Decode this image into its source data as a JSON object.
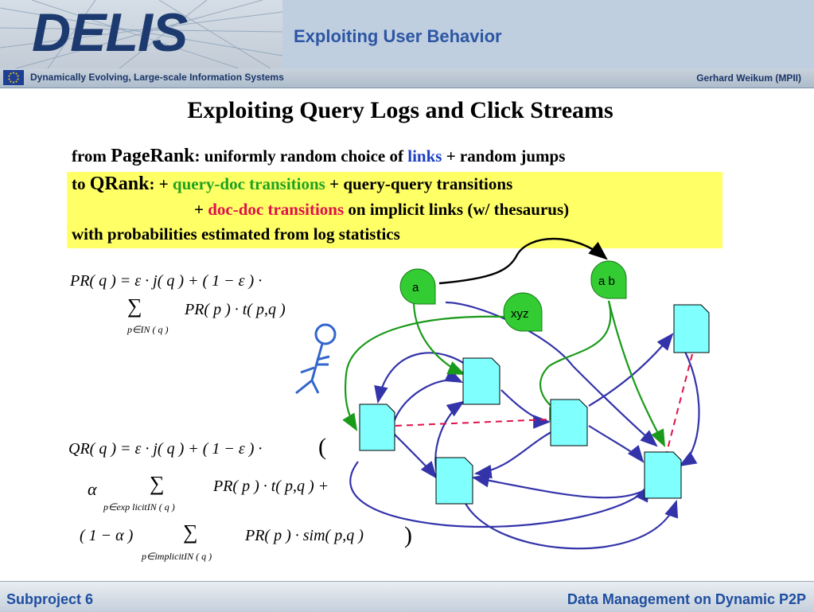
{
  "header": {
    "logo": "DELIS",
    "title": "Exploiting User Behavior",
    "subtitle": "Dynamically Evolving, Large-scale Information Systems",
    "author": "Gerhard Weikum (MPII)"
  },
  "slide": {
    "title": "Exploiting Query Logs and Click Streams",
    "line1": {
      "from": "from",
      "pagerank": "PageRank",
      "mid": ": uniformly random choice of",
      "links": "links",
      "end": "+ random jumps"
    },
    "line2": {
      "to": "to",
      "qrank": "QRank",
      "plus": ": +",
      "qd": "query-doc transitions",
      "end": "+ query-query transitions"
    },
    "line3": {
      "plus": "+",
      "dd": "doc-doc transitions",
      "end": "on implicit links (w/ thesaurus)"
    },
    "line4": "with probabilities estimated from log statistics"
  },
  "formulas": {
    "pr_line1": "PR( q ) = ε · j( q ) + ( 1 − ε ) ·",
    "pr_sigma": "∑",
    "pr_term": "PR( p ) · t( p,q )",
    "pr_sub": "p∈IN ( q )",
    "qr_line1": "QR( q ) = ε · j( q ) + ( 1 − ε ) ·",
    "qr_open": "(",
    "alpha": "α",
    "sigma2": "∑",
    "qr_term1": "PR( p ) · t( p,q )  +",
    "qr_sub1": "p∈exp licitIN ( q )",
    "one_minus_alpha": "( 1 − α )",
    "sigma3": "∑",
    "qr_term2": "PR( p ) · sim( p,q )",
    "qr_sub2": "p∈implicitIN ( q )",
    "qr_close": ")"
  },
  "diagram": {
    "query_nodes": [
      "a",
      "a b",
      "xyz"
    ],
    "colors": {
      "query": "#33cc33",
      "doc": "#80ffff",
      "arrow_blue": "#3333aa",
      "arrow_green": "#1a9a1a",
      "dash": "#e0114a",
      "user": "#3366cc"
    }
  },
  "footer": {
    "left": "Subproject 6",
    "right": "Data Management on Dynamic P2P"
  }
}
